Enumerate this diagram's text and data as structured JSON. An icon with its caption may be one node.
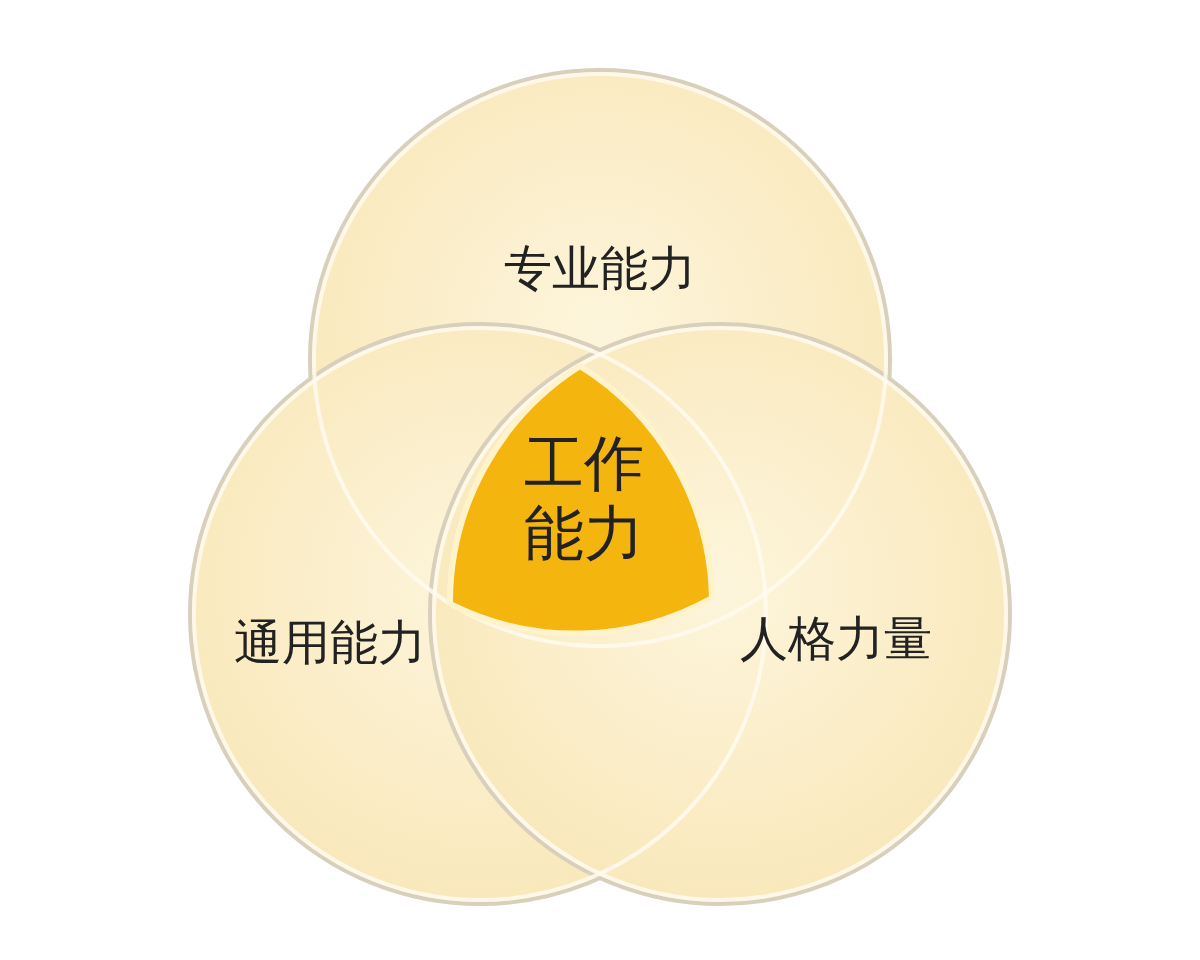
{
  "diagram": {
    "nodes": [
      {
        "text": [
          "专业能力"
        ]
      },
      {
        "text": [
          "工作能力"
        ]
      },
      {
        "text": [
          "通用能力"
        ]
      },
      {
        "text": [
          "人格力量"
        ]
      }
    ]
  }
}
